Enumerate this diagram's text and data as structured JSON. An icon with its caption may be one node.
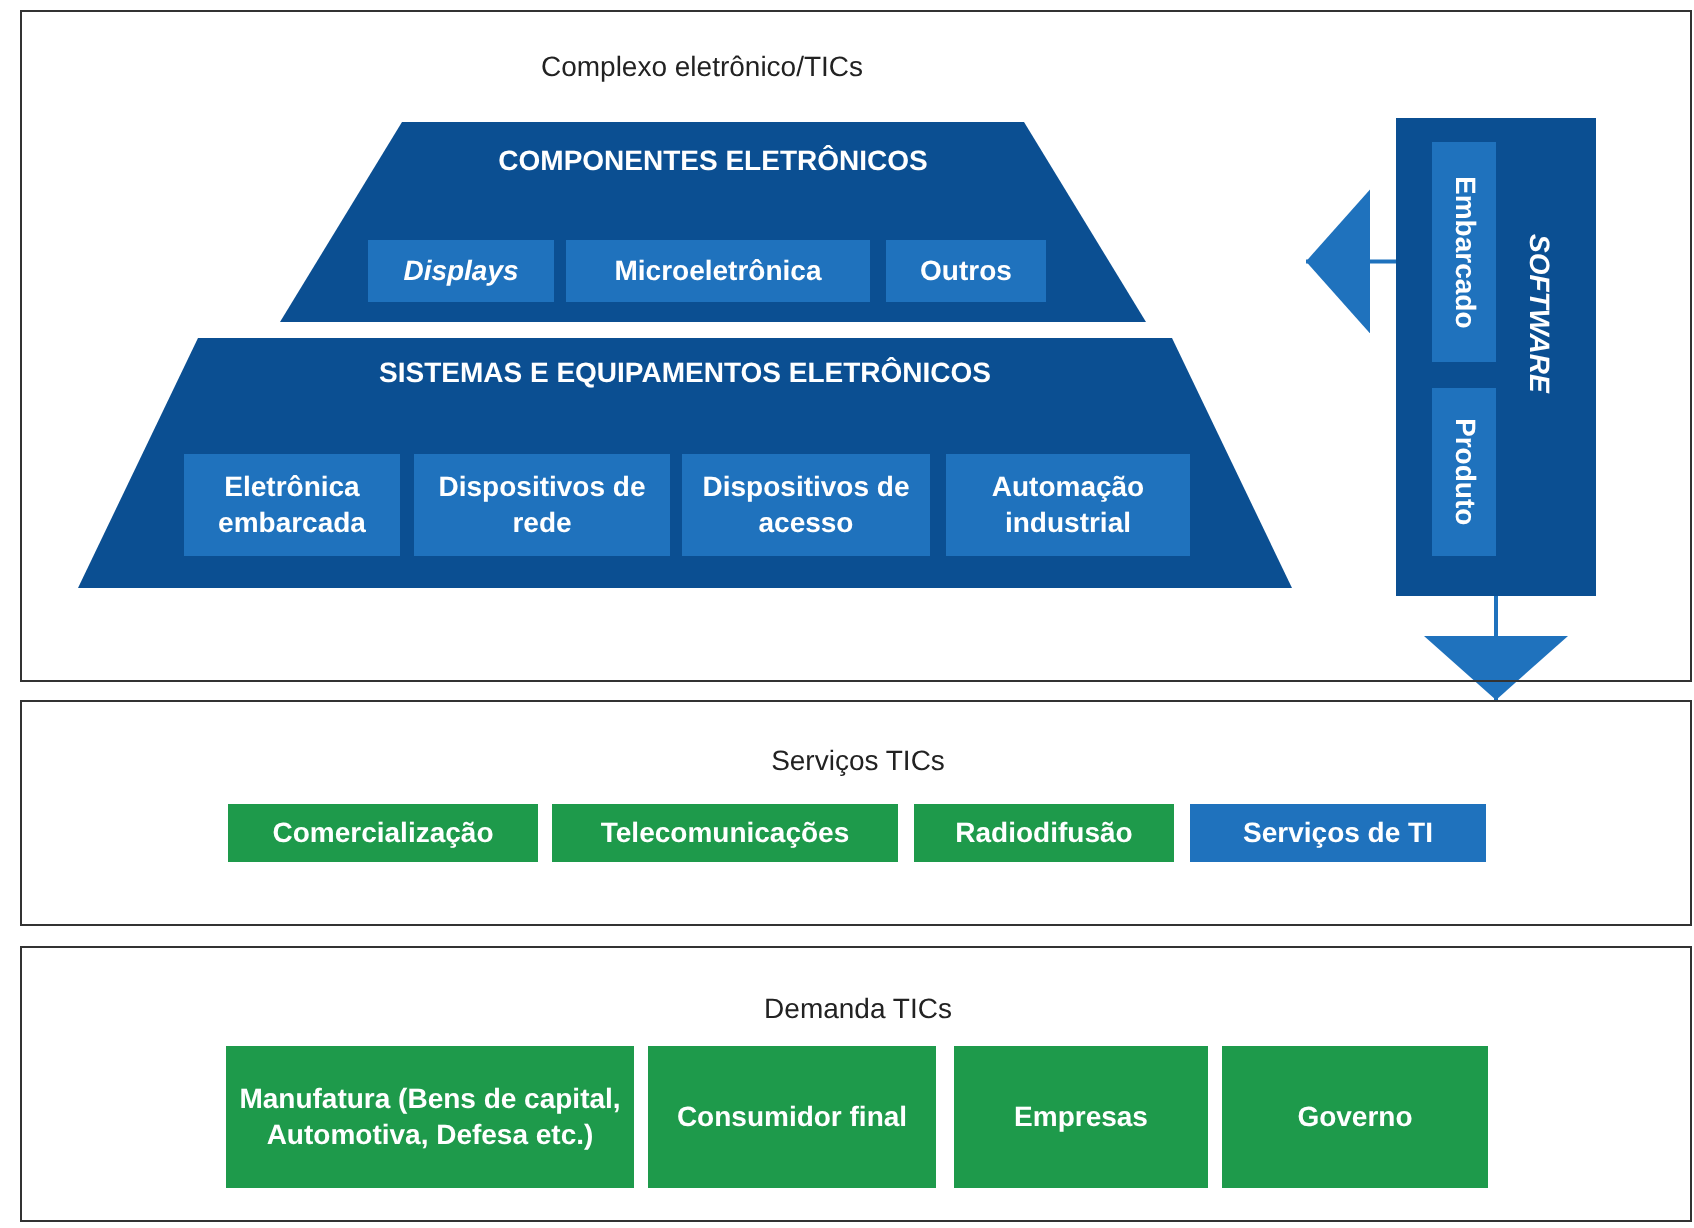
{
  "diagram": {
    "nodes": [
      {
        "text": [
          "Complexo eletrônico/TICs"
        ]
      },
      {
        "text": [
          "COMPONENTES ELETRÔNICOS"
        ],
        "in": 0
      },
      {
        "text": [
          "Displays"
        ],
        "in": 1
      },
      {
        "text": [
          "Microeletrônica"
        ],
        "in": 1
      },
      {
        "text": [
          "Outros"
        ],
        "in": 1
      },
      {
        "text": [
          "SISTEMAS E EQUIPAMENTOS ELETRÔNICOS"
        ],
        "in": 0
      },
      {
        "text": [
          "Eletrônica embarcada"
        ],
        "in": 5
      },
      {
        "text": [
          "Dispositivos de rede"
        ],
        "in": 5
      },
      {
        "text": [
          "Dispositivos de acesso"
        ],
        "in": 5
      },
      {
        "text": [
          "Automação industrial"
        ],
        "in": 5
      },
      {
        "text": [
          "SOFTWARE"
        ],
        "in": 0
      },
      {
        "text": [
          "Embarcado"
        ],
        "in": 10
      },
      {
        "text": [
          "Produto"
        ],
        "in": 10
      },
      {
        "text": [
          "Serviços TICs"
        ]
      },
      {
        "text": [
          "Comercialização"
        ],
        "in": 13
      },
      {
        "text": [
          "Telecomunicações"
        ],
        "in": 13
      },
      {
        "text": [
          "Radiodifusão"
        ],
        "in": 13
      },
      {
        "text": [
          "Serviços de TI"
        ],
        "in": 13
      },
      {
        "text": [
          "Demanda TICs"
        ]
      },
      {
        "text": [
          "Manufatura (Bens de capital, Automotiva, Defesa etc.)"
        ],
        "in": 18
      },
      {
        "text": [
          "Consumidor final"
        ],
        "in": 18
      },
      {
        "text": [
          "Empresas"
        ],
        "in": 18
      },
      {
        "text": [
          "Governo"
        ],
        "in": 18
      }
    ],
    "edges": [
      {
        "from": 10,
        "to": null,
        "arrow": "to"
      },
      {
        "from": 10,
        "to": 13,
        "arrow": "to"
      }
    ]
  }
}
